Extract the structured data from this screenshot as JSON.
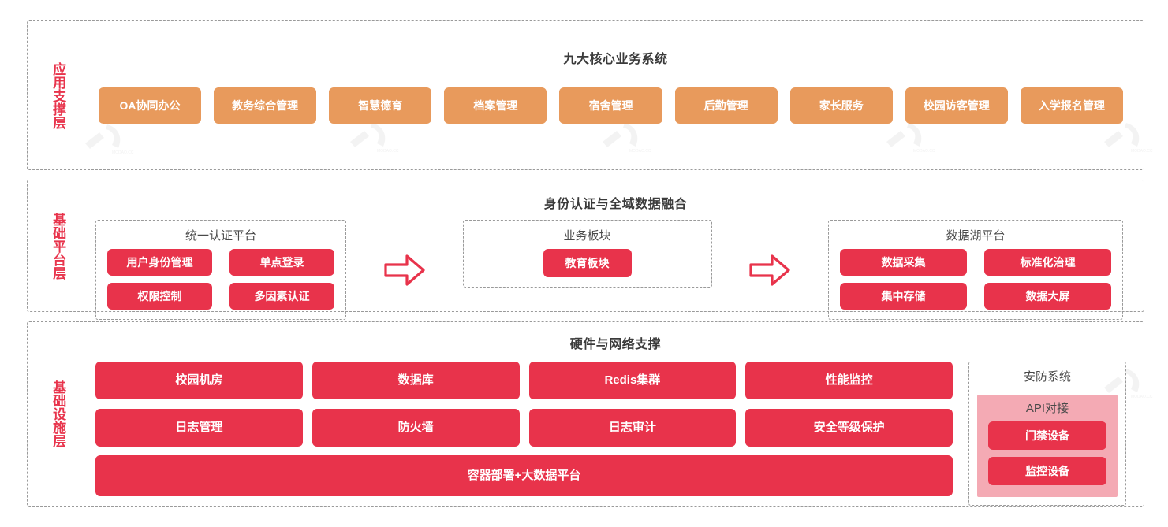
{
  "diagram": {
    "layers": [
      {
        "id": "application-support",
        "label": "应用支撑层",
        "title": "九大核心业务系统",
        "items": [
          "OA协同办公",
          "教务综合管理",
          "智慧德育",
          "档案管理",
          "宿舍管理",
          "后勤管理",
          "家长服务",
          "校园访客管理",
          "入学报名管理"
        ]
      },
      {
        "id": "base-platform",
        "label": "基础平台层",
        "title": "身份认证与全域数据融合",
        "panels": {
          "auth": {
            "title": "统一认证平台",
            "items": [
              "用户身份管理",
              "单点登录",
              "权限控制",
              "多因素认证"
            ]
          },
          "business": {
            "title": "业务板块",
            "items": [
              "教育板块"
            ]
          },
          "datalake": {
            "title": "数据湖平台",
            "items": [
              "数据采集",
              "标准化治理",
              "集中存储",
              "数据大屏"
            ]
          }
        }
      },
      {
        "id": "infrastructure",
        "label": "基础设施层",
        "title": "硬件与网络支撑",
        "grid_items": [
          "校园机房",
          "数据库",
          "Redis集群",
          "性能监控",
          "日志管理",
          "防火墙",
          "日志审计",
          "安全等级保护"
        ],
        "full_width_item": "容器部署+大数据平台",
        "security": {
          "title": "安防系统",
          "inner_title": "API对接",
          "items": [
            "门禁设备",
            "监控设备"
          ]
        }
      }
    ],
    "flow_arrows": [
      "arrow-right-icon",
      "arrow-right-icon"
    ],
    "colors": {
      "orange": "#e89a5c",
      "red": "#e8334b",
      "pink": "#f4aab4",
      "label_red": "#e8344c",
      "border_gray": "#9a9a9a",
      "title_dark": "#3b3b3b"
    }
  }
}
